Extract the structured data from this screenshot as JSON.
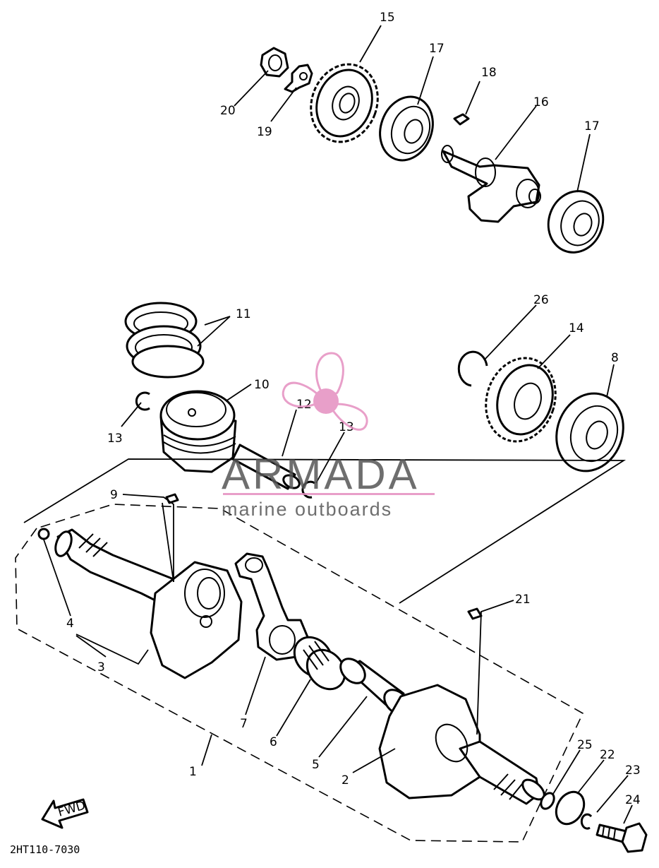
{
  "diagram_code": "2HT110-7030",
  "fwd_label": "FWD",
  "watermark": {
    "brand": "ARMADA",
    "tagline": "marine outboards",
    "color": "#e58fc0",
    "text_color": "#555555"
  },
  "callouts": {
    "c1": "1",
    "c2": "2",
    "c3": "3",
    "c4": "4",
    "c5": "5",
    "c6": "6",
    "c7": "7",
    "c8": "8",
    "c9": "9",
    "c10": "10",
    "c11": "11",
    "c12": "12",
    "c13a": "13",
    "c13b": "13",
    "c14": "14",
    "c15": "15",
    "c16": "16",
    "c17a": "17",
    "c17b": "17",
    "c18": "18",
    "c19": "19",
    "c20": "20",
    "c21": "21",
    "c22": "22",
    "c23": "23",
    "c24": "24",
    "c25": "25",
    "c26": "26"
  }
}
